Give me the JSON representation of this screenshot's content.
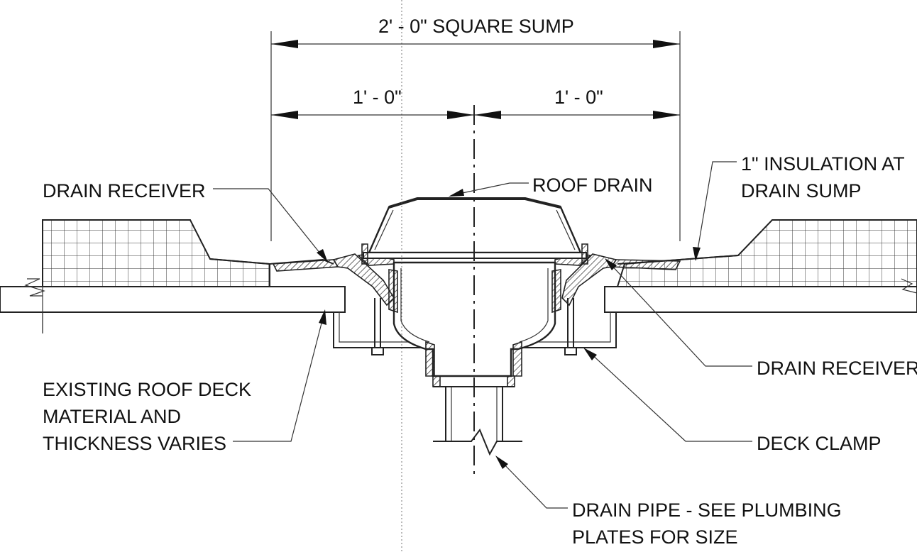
{
  "dimensions": {
    "overall": "2' - 0\" SQUARE SUMP",
    "left_half": "1' - 0\"",
    "right_half": "1' - 0\""
  },
  "labels": {
    "roof_drain": "ROOF DRAIN",
    "drain_receiver_left": "DRAIN RECEIVER",
    "insulation_line1": "1\" INSULATION AT",
    "insulation_line2": "DRAIN SUMP",
    "drain_receiver_right": "DRAIN RECEIVER",
    "existing_deck_line1": "EXISTING ROOF DECK",
    "existing_deck_line2": "MATERIAL AND",
    "existing_deck_line3": "THICKNESS VARIES",
    "deck_clamp": "DECK CLAMP",
    "drain_pipe_line1": "DRAIN PIPE - SEE PLUMBING",
    "drain_pipe_line2": "PLATES FOR SIZE"
  }
}
